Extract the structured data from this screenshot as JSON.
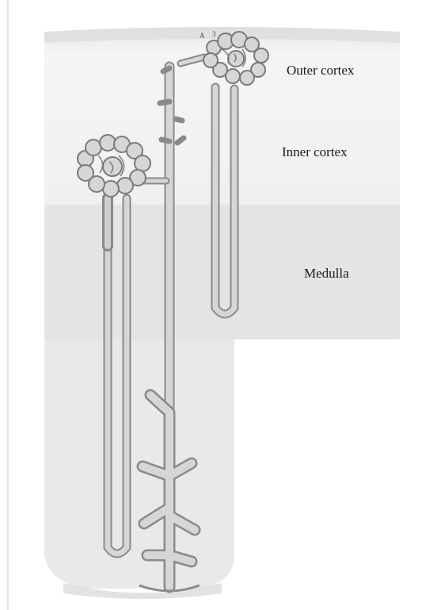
{
  "labels": {
    "outer_cortex": "Outer cortex",
    "inner_cortex": "Inner cortex",
    "medulla": "Medulla"
  },
  "icons": [
    "superficial-nephron-icon",
    "juxtamedullary-nephron-icon",
    "collecting-duct-icon"
  ],
  "colors": {
    "background": "#ffffff",
    "cortex": "#f2f2f2",
    "medulla": "#e4e4e4",
    "tubule_fill": "#d6d6d6",
    "tubule_outline": "#8a8a8a"
  }
}
